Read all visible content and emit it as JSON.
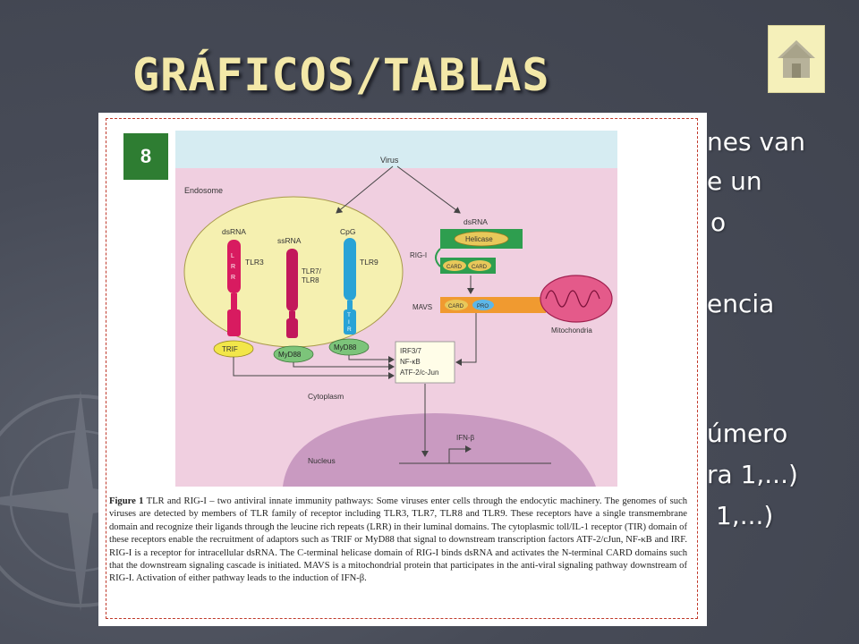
{
  "slide": {
    "title": "GRÁFICOS/TABLAS",
    "home_icon": "home-icon",
    "bullets": [
      {
        "text": "nes van"
      },
      {
        "text": "e un"
      },
      {
        "text": "o"
      },
      {
        "text": "encia"
      },
      {
        "text": "úmero"
      },
      {
        "text": "ra 1,...)"
      },
      {
        "text": "1,...)"
      }
    ]
  },
  "figure": {
    "badge": "8",
    "labels": {
      "virus": "Virus",
      "endosome": "Endosome",
      "dsrna_endo": "dsRNA",
      "ssrna": "ssRNA",
      "cpg": "CpG",
      "tlr3": "TLR3",
      "tlr78_line1": "TLR7/",
      "tlr78_line2": "TLR8",
      "tlr9": "TLR9",
      "lrr_l": "L",
      "lrr_r1": "R",
      "lrr_r2": "R",
      "tir_t": "T",
      "tir_i": "I",
      "tir_r": "R",
      "trif": "TRIF",
      "myd88_a": "MyD88",
      "myd88_b": "MyD88",
      "dsrna_cyto": "dsRNA",
      "helicase": "Helicase",
      "rig_i": "RIG-I",
      "card1": "CARD",
      "card2": "CARD",
      "mavs": "MAVS",
      "card3": "CARD",
      "pro": "PRO",
      "mitochondria": "Mitochondria",
      "irf": "IRF3/7",
      "nfkb": "NF-κB",
      "atf": "ATF-2/c-Jun",
      "cytoplasm": "Cytoplasm",
      "nucleus": "Nucleus",
      "ifn": "IFN-β"
    },
    "caption_label": "Figure 1",
    "caption_text": " TLR and RIG-I – two antiviral innate immunity pathways: Some viruses enter cells through the endocytic machinery. The genomes of such viruses are detected by members of TLR family of receptor including TLR3, TLR7, TLR8 and TLR9. These receptors have a single transmembrane domain and recognize their ligands through the leucine rich repeats (LRR) in their luminal domains. The cytoplasmic toll/IL-1 receptor (TIR) domain of these receptors enable the recruitment of adaptors such as TRIF or MyD88 that signal to downstream transcription factors ATF-2/cJun, NF-κB and IRF. RIG-I is a receptor for intracellular dsRNA. The C-terminal helicase domain of RIG-I binds dsRNA and activates the N-terminal CARD domains such that the downstream signaling cascade is initiated. MAVS is a mitochondrial protein that participates in the anti-viral signaling pathway downstream of RIG-I. Activation of either pathway leads to the induction of IFN-β."
  },
  "colors": {
    "background": "#4a4f5c",
    "title": "#f3e8a8",
    "endosome": "#f5f0b0",
    "cytoplasm": "#f0cfe0",
    "nucleus": "#c99ac1",
    "tlr3": "#d81b60",
    "tlr9": "#29a3d6",
    "helicase": "#e8c85a",
    "card_bar": "#2e9e4f",
    "mavs_bar": "#f09a30"
  }
}
